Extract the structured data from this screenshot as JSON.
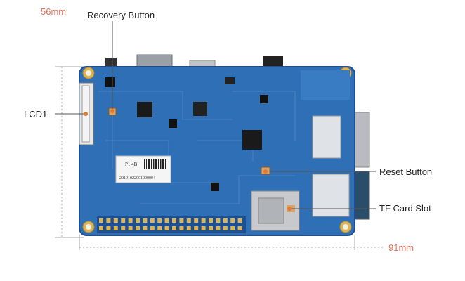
{
  "dimensions": {
    "height_label": "56mm",
    "width_label": "91mm",
    "color": "#e8735a"
  },
  "callouts": {
    "recovery_button": "Recovery Button",
    "lcd1": "LCD1",
    "reset_button": "Reset Button",
    "tf_card_slot": "TF Card Slot"
  },
  "board": {
    "sticker_line1": "P1 4B",
    "sticker_line2": "20191022001000004",
    "pcb_color": "#2f6fb5",
    "pcb_dark": "#1f4f8e",
    "pad_color": "#d8b45a"
  }
}
